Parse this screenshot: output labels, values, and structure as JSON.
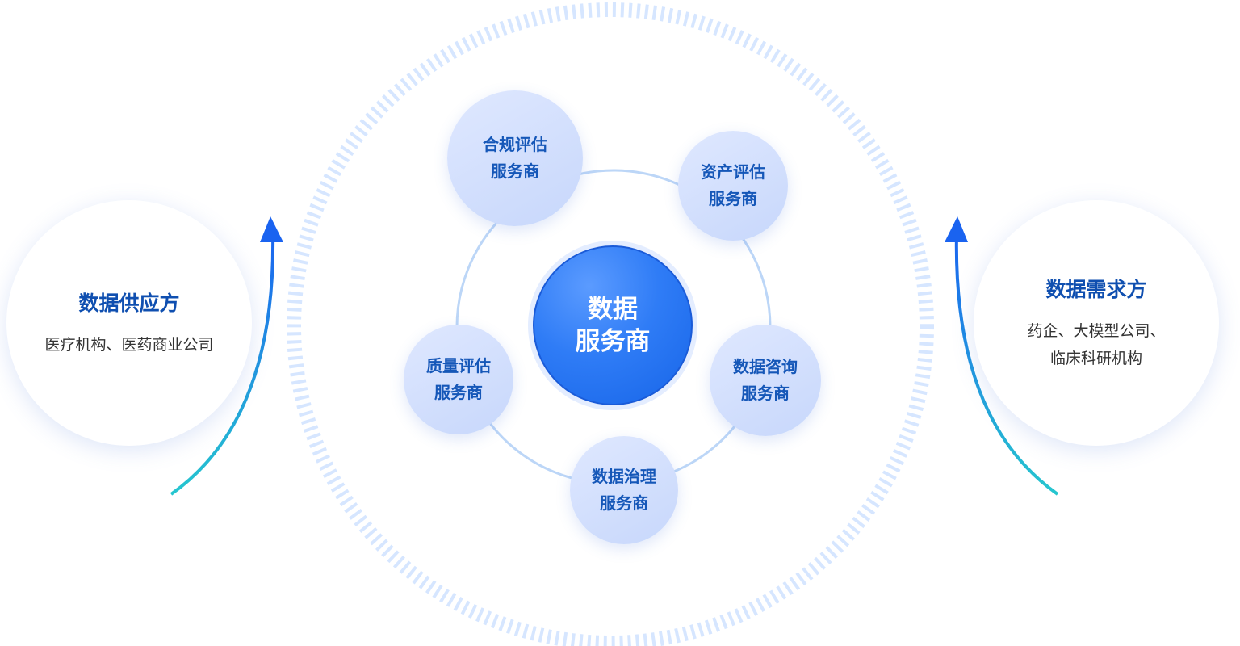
{
  "core": {
    "line1": "数据",
    "line2": "服务商"
  },
  "supply_side": {
    "title": "数据供应方",
    "desc_lines": [
      "医疗机构、医药商业公司"
    ]
  },
  "demand_side": {
    "title": "数据需求方",
    "desc_lines": [
      "药企、大模型公司、",
      "临床科研机构"
    ]
  },
  "providers": [
    {
      "line1": "合规评估",
      "line2": "服务商"
    },
    {
      "line1": "资产评估",
      "line2": "服务商"
    },
    {
      "line1": "数据咨询",
      "line2": "服务商"
    },
    {
      "line1": "数据治理",
      "line2": "服务商"
    },
    {
      "line1": "质量评估",
      "line2": "服务商"
    }
  ],
  "colors": {
    "primary": "#1765e8",
    "title_text": "#0f4fb0",
    "provider_text": "#1557b8",
    "provider_fill": "#d3e0fd",
    "ring": "#d6e6ff",
    "arrow_top": "#1a63f0",
    "arrow_bottom": "#26c6cf"
  }
}
